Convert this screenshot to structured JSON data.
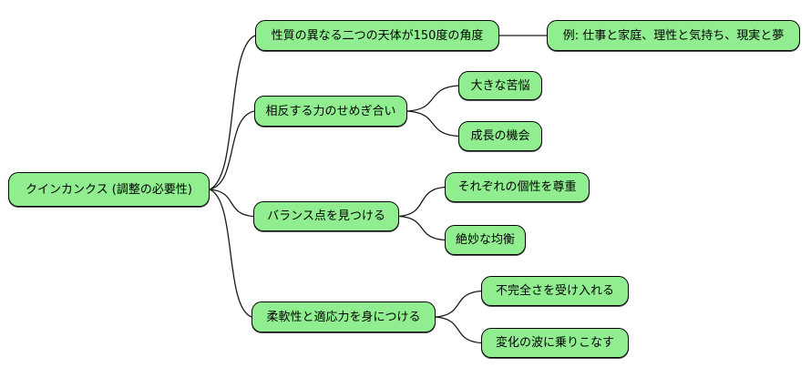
{
  "diagram": {
    "type": "mindmap",
    "colors": {
      "node_fill": "#90EE90",
      "node_border": "#000000",
      "edge": "#1a1a1a",
      "background": "#ffffff",
      "text": "#000000"
    },
    "nodes": [
      {
        "id": "root",
        "label": "クインカンクス (調整の必要性)"
      },
      {
        "id": "angle",
        "label": "性質の異なる二つの天体が150度の角度"
      },
      {
        "id": "example",
        "label": "例: 仕事と家庭、理性と気持ち、現実と夢"
      },
      {
        "id": "conflict",
        "label": "相反する力のせめぎ合い"
      },
      {
        "id": "suffering",
        "label": "大きな苦悩"
      },
      {
        "id": "growth",
        "label": "成長の機会"
      },
      {
        "id": "balance",
        "label": "バランス点を見つける"
      },
      {
        "id": "respect",
        "label": "それぞれの個性を尊重"
      },
      {
        "id": "equilibrium",
        "label": "絶妙な均衡"
      },
      {
        "id": "flexibility",
        "label": "柔軟性と適応力を身につける"
      },
      {
        "id": "imperfection",
        "label": "不完全さを受け入れる"
      },
      {
        "id": "change",
        "label": "変化の波に乗りこなす"
      }
    ],
    "edges": [
      {
        "from": "root",
        "to": "angle"
      },
      {
        "from": "root",
        "to": "conflict"
      },
      {
        "from": "root",
        "to": "balance"
      },
      {
        "from": "root",
        "to": "flexibility"
      },
      {
        "from": "angle",
        "to": "example"
      },
      {
        "from": "conflict",
        "to": "suffering"
      },
      {
        "from": "conflict",
        "to": "growth"
      },
      {
        "from": "balance",
        "to": "respect"
      },
      {
        "from": "balance",
        "to": "equilibrium"
      },
      {
        "from": "flexibility",
        "to": "imperfection"
      },
      {
        "from": "flexibility",
        "to": "change"
      }
    ]
  }
}
